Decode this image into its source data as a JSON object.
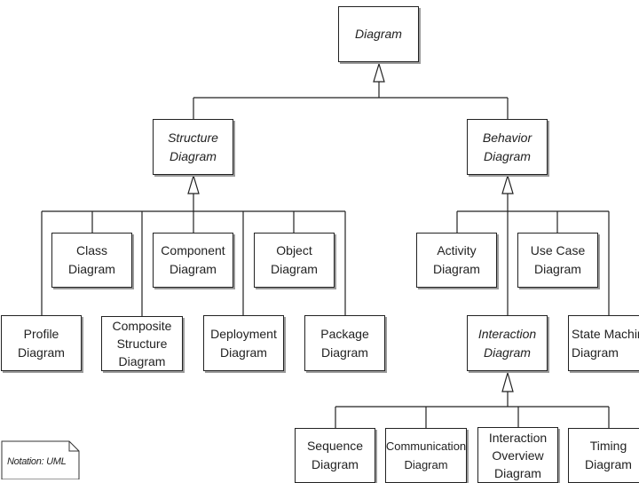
{
  "diagram": {
    "root": "Diagram",
    "structure": "Structure\nDiagram",
    "behavior": "Behavior\nDiagram",
    "structure_children": {
      "class": "Class\nDiagram",
      "component": "Component\nDiagram",
      "object": "Object\nDiagram",
      "profile": "Profile\nDiagram",
      "composite_structure": "Composite\nStructure\nDiagram",
      "deployment": "Deployment\nDiagram",
      "package": "Package\nDiagram"
    },
    "behavior_children": {
      "activity": "Activity\nDiagram",
      "use_case": "Use Case\nDiagram",
      "interaction": "Interaction\nDiagram",
      "state_machine": "State Machine\nDiagram"
    },
    "interaction_children": {
      "sequence": "Sequence\nDiagram",
      "communication": "Communication\nDiagram",
      "interaction_overview": "Interaction\nOverview\nDiagram",
      "timing": "Timing\nDiagram"
    }
  },
  "note": "Notation: UML"
}
